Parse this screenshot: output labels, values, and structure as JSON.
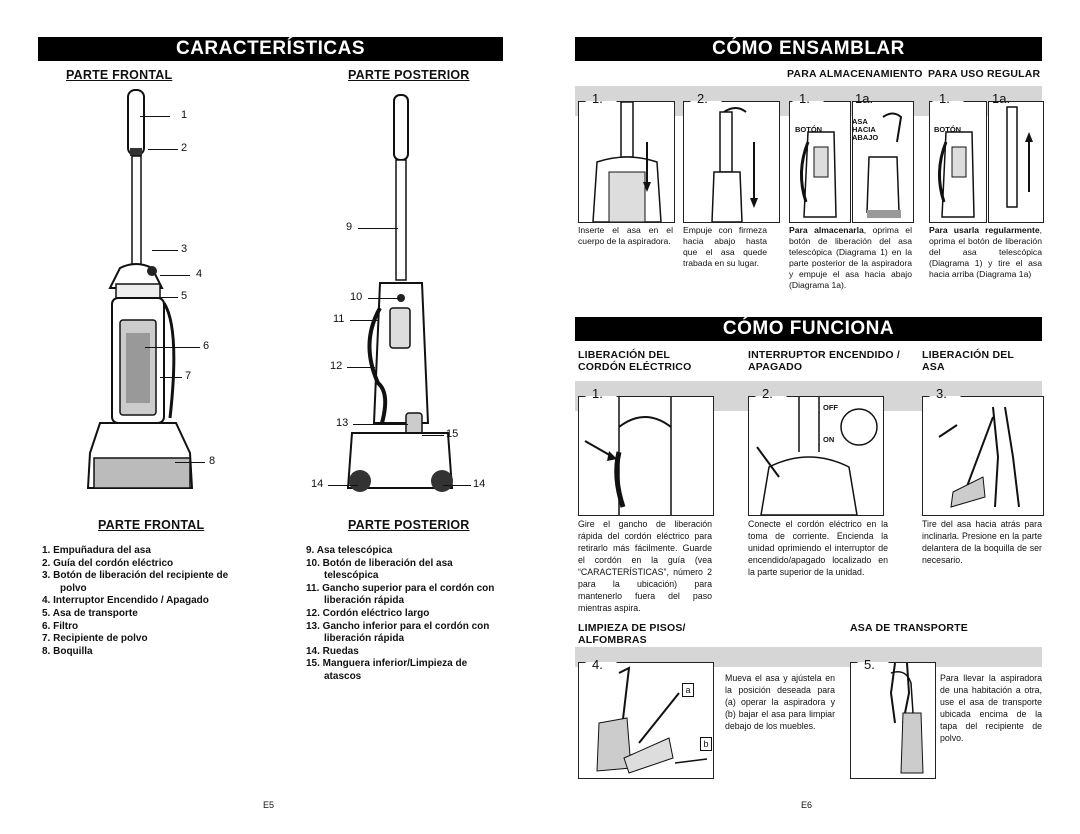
{
  "left": {
    "banner": "CARACTERÍSTICAS",
    "front_heading": "PARTE FRONTAL",
    "back_heading": "PARTE POSTERIOR",
    "front_callouts": [
      "1",
      "2",
      "3",
      "4",
      "5",
      "6",
      "7",
      "8"
    ],
    "back_callouts": [
      "9",
      "10",
      "11",
      "12",
      "13",
      "15",
      "14",
      "14"
    ],
    "front_list_heading": "PARTE FRONTAL",
    "back_list_heading": "PARTE POSTERIOR",
    "front_list": [
      "1. Empuñadura del asa",
      "2. Guía del cordón eléctrico",
      "3. Botón de liberación del recipiente de polvo",
      "4. Interruptor Encendido / Apagado",
      "5. Asa de transporte",
      "6. Filtro",
      "7. Recipiente de polvo",
      "8. Boquilla"
    ],
    "back_list": [
      "9. Asa telescópica",
      "10. Botón de liberación del asa telescópica",
      "11. Gancho superior para el cordón con liberación rápida",
      "12. Cordón eléctrico largo",
      "13. Gancho inferior para el cordón con liberación rápida",
      "14. Ruedas",
      "15. Manguera inferior/Limpieza de atascos"
    ],
    "page": "E5"
  },
  "right": {
    "assemble_banner": "CÓMO ENSAMBLAR",
    "storage_heading": "PARA ALMACENAMIENTO",
    "regular_heading": "PARA USO REGULAR",
    "steps_top": [
      "1.",
      "2.",
      "1.",
      "1a.",
      "1.",
      "1a."
    ],
    "tags": {
      "boton": "BOTÓN",
      "asa_hacia_abajo": "ASA HACIA ABAJO",
      "boton2": "BOTÓN"
    },
    "step1_text": "Inserte el asa en el cuerpo de la aspiradora.",
    "step2_text": "Empuje con firmeza hacia abajo hasta que el asa quede trabada en su lugar.",
    "storage_bold": "Para almacenarla",
    "storage_text": ", oprima el botón de liberación del asa telescópica (Diagrama 1) en la parte posterior de la aspiradora y empuje el asa hacia abajo (Diagrama 1a).",
    "regular_bold": "Para usarla regularmente",
    "regular_text": ", oprima el botón de liberación del asa telescópica (Diagrama 1) y tire el asa hacia arriba (Diagrama 1a)",
    "how_banner": "CÓMO FUNCIONA",
    "h_cord": "LIBERACIÓN DEL CORDÓN ELÉCTRICO",
    "h_switch": "INTERRUPTOR ENCENDIDO / APAGADO",
    "h_handle": "LIBERACIÓN DEL ASA",
    "steps_mid": [
      "1.",
      "2.",
      "3."
    ],
    "off_label": "OFF",
    "on_label": "ON",
    "cord_text": "Gire el gancho de liberación rápida del cordón eléctrico para retirarlo más fácilmente. Guarde el cordón en la guía (vea “CARACTERÍSTICAS”, número 2 para la ubicación) para mantenerlo fuera del paso mientras aspira.",
    "switch_text": "Conecte el cordón eléctrico en la toma de corriente. Encienda la unidad oprimiendo el interruptor de encendido/apagado localizado en la parte superior de la unidad.",
    "handle_text": "Tire del asa hacia atrás para inclinarla. Presione en la parte delantera de la boquilla de ser necesario.",
    "h_floors": "LIMPIEZA DE PISOS/ ALFOMBRAS",
    "h_carry": "ASA DE TRANSPORTE",
    "steps_bottom": [
      "4.",
      "5."
    ],
    "label_a": "a",
    "label_b": "b",
    "floors_text": "Mueva el asa y ajústela en la posición deseada para (a) operar la aspiradora y (b) bajar el asa para limpiar debajo de los muebles.",
    "carry_text": "Para llevar la aspiradora de una habitación a otra, use el asa de transporte ubicada encima de la tapa del recipiente de polvo.",
    "page": "E6"
  }
}
